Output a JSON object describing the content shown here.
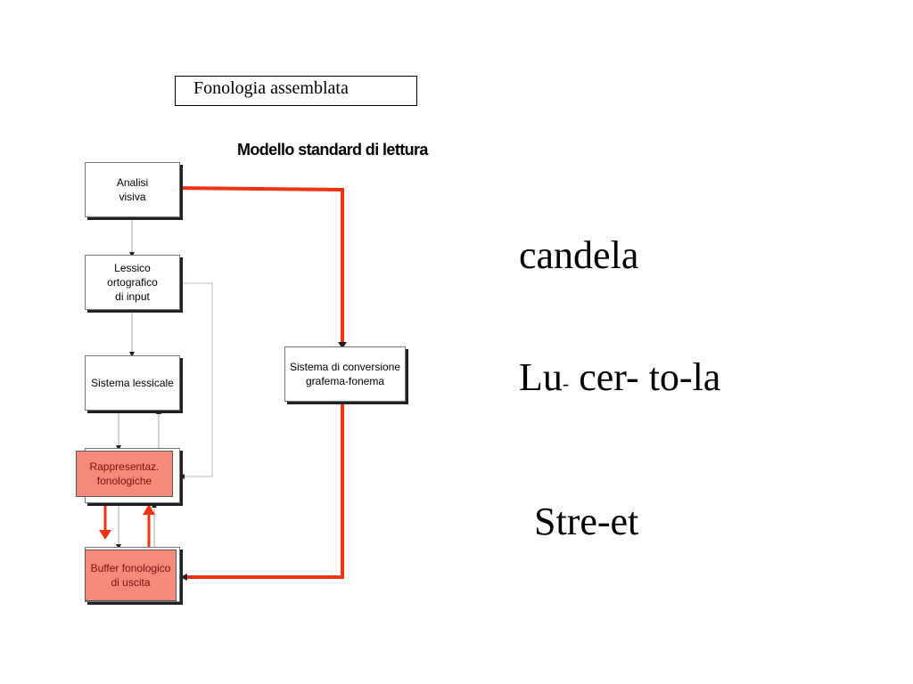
{
  "slide": {
    "title": "Fonologia assemblata",
    "subtitle": "Modello standard di lettura"
  },
  "diagram": {
    "nodes": {
      "analisi": "Analisi\nvisiva",
      "lessico": "Lessico\nortografico\ndi input",
      "sistema_lessicale": "Sistema lessicale",
      "rappresentaz": "Rappresentaz.\nfonologiche",
      "buffer": "Buffer fonologico\ndi uscita",
      "conversione": "Sistema di conversione\ngrafema-fonema"
    },
    "highlight_color": "#f7897b",
    "route_color": "#ee3311"
  },
  "examples": {
    "word1": "candela",
    "word2": {
      "part1": "Lu",
      "hyphen": "-",
      "part2": "cer- to-la"
    },
    "word3": "Stre-et"
  }
}
